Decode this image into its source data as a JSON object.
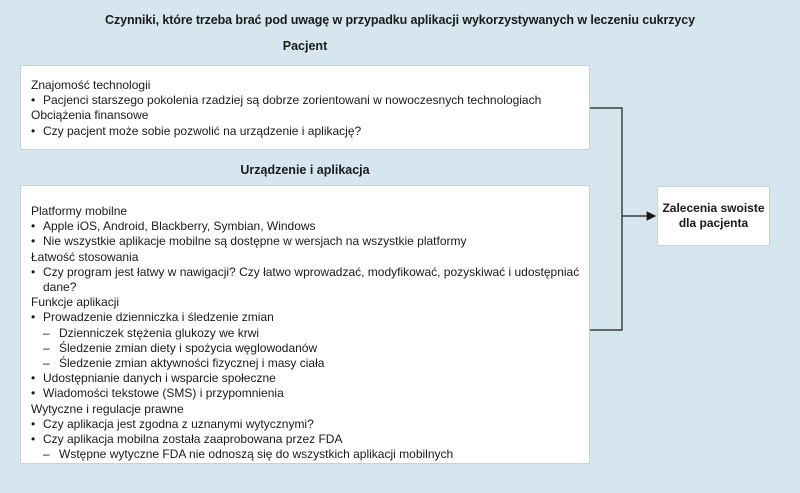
{
  "title": "Czynniki, które trzeba brać pod uwagę w przypadku aplikacji wykorzystywanych w leczeniu cukrzycy",
  "patient": {
    "title": "Pacjent",
    "items": [
      {
        "type": "heading",
        "text": "Znajomość technologii"
      },
      {
        "type": "bullet",
        "text": "Pacjenci starszego pokolenia rzadziej są dobrze zorientowani w nowoczesnych technologiach"
      },
      {
        "type": "heading",
        "text": "Obciążenia finansowe"
      },
      {
        "type": "bullet",
        "text": "Czy pacjent może sobie pozwolić na urządzenie i aplikację?"
      }
    ]
  },
  "device": {
    "title": "Urządzenie i aplikacja",
    "items": [
      {
        "type": "heading",
        "text": "Platformy mobilne"
      },
      {
        "type": "bullet",
        "text": "Apple iOS, Android, Blackberry, Symbian, Windows"
      },
      {
        "type": "bullet",
        "text": "Nie wszystkie aplikacje mobilne są dostępne w wersjach na wszystkie platformy"
      },
      {
        "type": "heading",
        "text": "Łatwość stosowania"
      },
      {
        "type": "bullet",
        "text": "Czy program jest łatwy w nawigacji? Czy łatwo wprowadzać, modyfikować, pozyskiwać i udostępniać dane?"
      },
      {
        "type": "heading",
        "text": "Funkcje aplikacji"
      },
      {
        "type": "bullet",
        "text": "Prowadzenie dzienniczka i śledzenie zmian"
      },
      {
        "type": "dash",
        "text": "Dzienniczek stężenia glukozy we krwi"
      },
      {
        "type": "dash",
        "text": "Śledzenie zmian diety i spożycia węglowodanów"
      },
      {
        "type": "dash",
        "text": "Śledzenie zmian aktywności fizycznej i masy ciała"
      },
      {
        "type": "bullet",
        "text": "Udostępnianie danych i wsparcie społeczne"
      },
      {
        "type": "bullet",
        "text": "Wiadomości tekstowe (SMS) i przypomnienia"
      },
      {
        "type": "heading",
        "text": "Wytyczne i regulacje prawne"
      },
      {
        "type": "bullet",
        "text": "Czy aplikacja jest zgodna z uznanymi wytycznymi?"
      },
      {
        "type": "bullet",
        "text": "Czy aplikacja mobilna została zaaprobowana przez FDA"
      },
      {
        "type": "dash",
        "text": "Wstępne wytyczne FDA nie odnoszą się do wszystkich aplikacji mobilnych"
      }
    ]
  },
  "result": {
    "line1": "Zalecenia swoiste",
    "line2": "dla pacjenta"
  },
  "colors": {
    "background": "#d5e6ef",
    "box": "#ffffff",
    "line": "#1a1a1a"
  }
}
